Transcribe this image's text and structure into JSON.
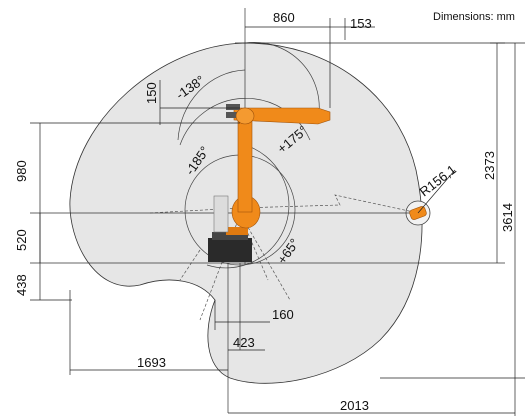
{
  "header": {
    "units_label": "Dimensions: mm"
  },
  "dimensions": {
    "top_860": "860",
    "top_153": "153",
    "left_150": "150",
    "left_980": "980",
    "left_520": "520",
    "left_438": "438",
    "right_2373": "2373",
    "right_3614": "3614",
    "bottom_160": "160",
    "bottom_423": "423",
    "bottom_1693": "1693",
    "bottom_2013": "2013",
    "tool_radius": "R156,1"
  },
  "angles": {
    "a_minus138": "-138°",
    "a_plus175": "+175°",
    "a_minus185": "-185°",
    "a_plus65": "+65°"
  },
  "colors": {
    "workspace_fill": "#e6e6e6",
    "robot_orange": "#f08a1a",
    "base_dark": "#2a2a2a",
    "line": "#222222"
  }
}
